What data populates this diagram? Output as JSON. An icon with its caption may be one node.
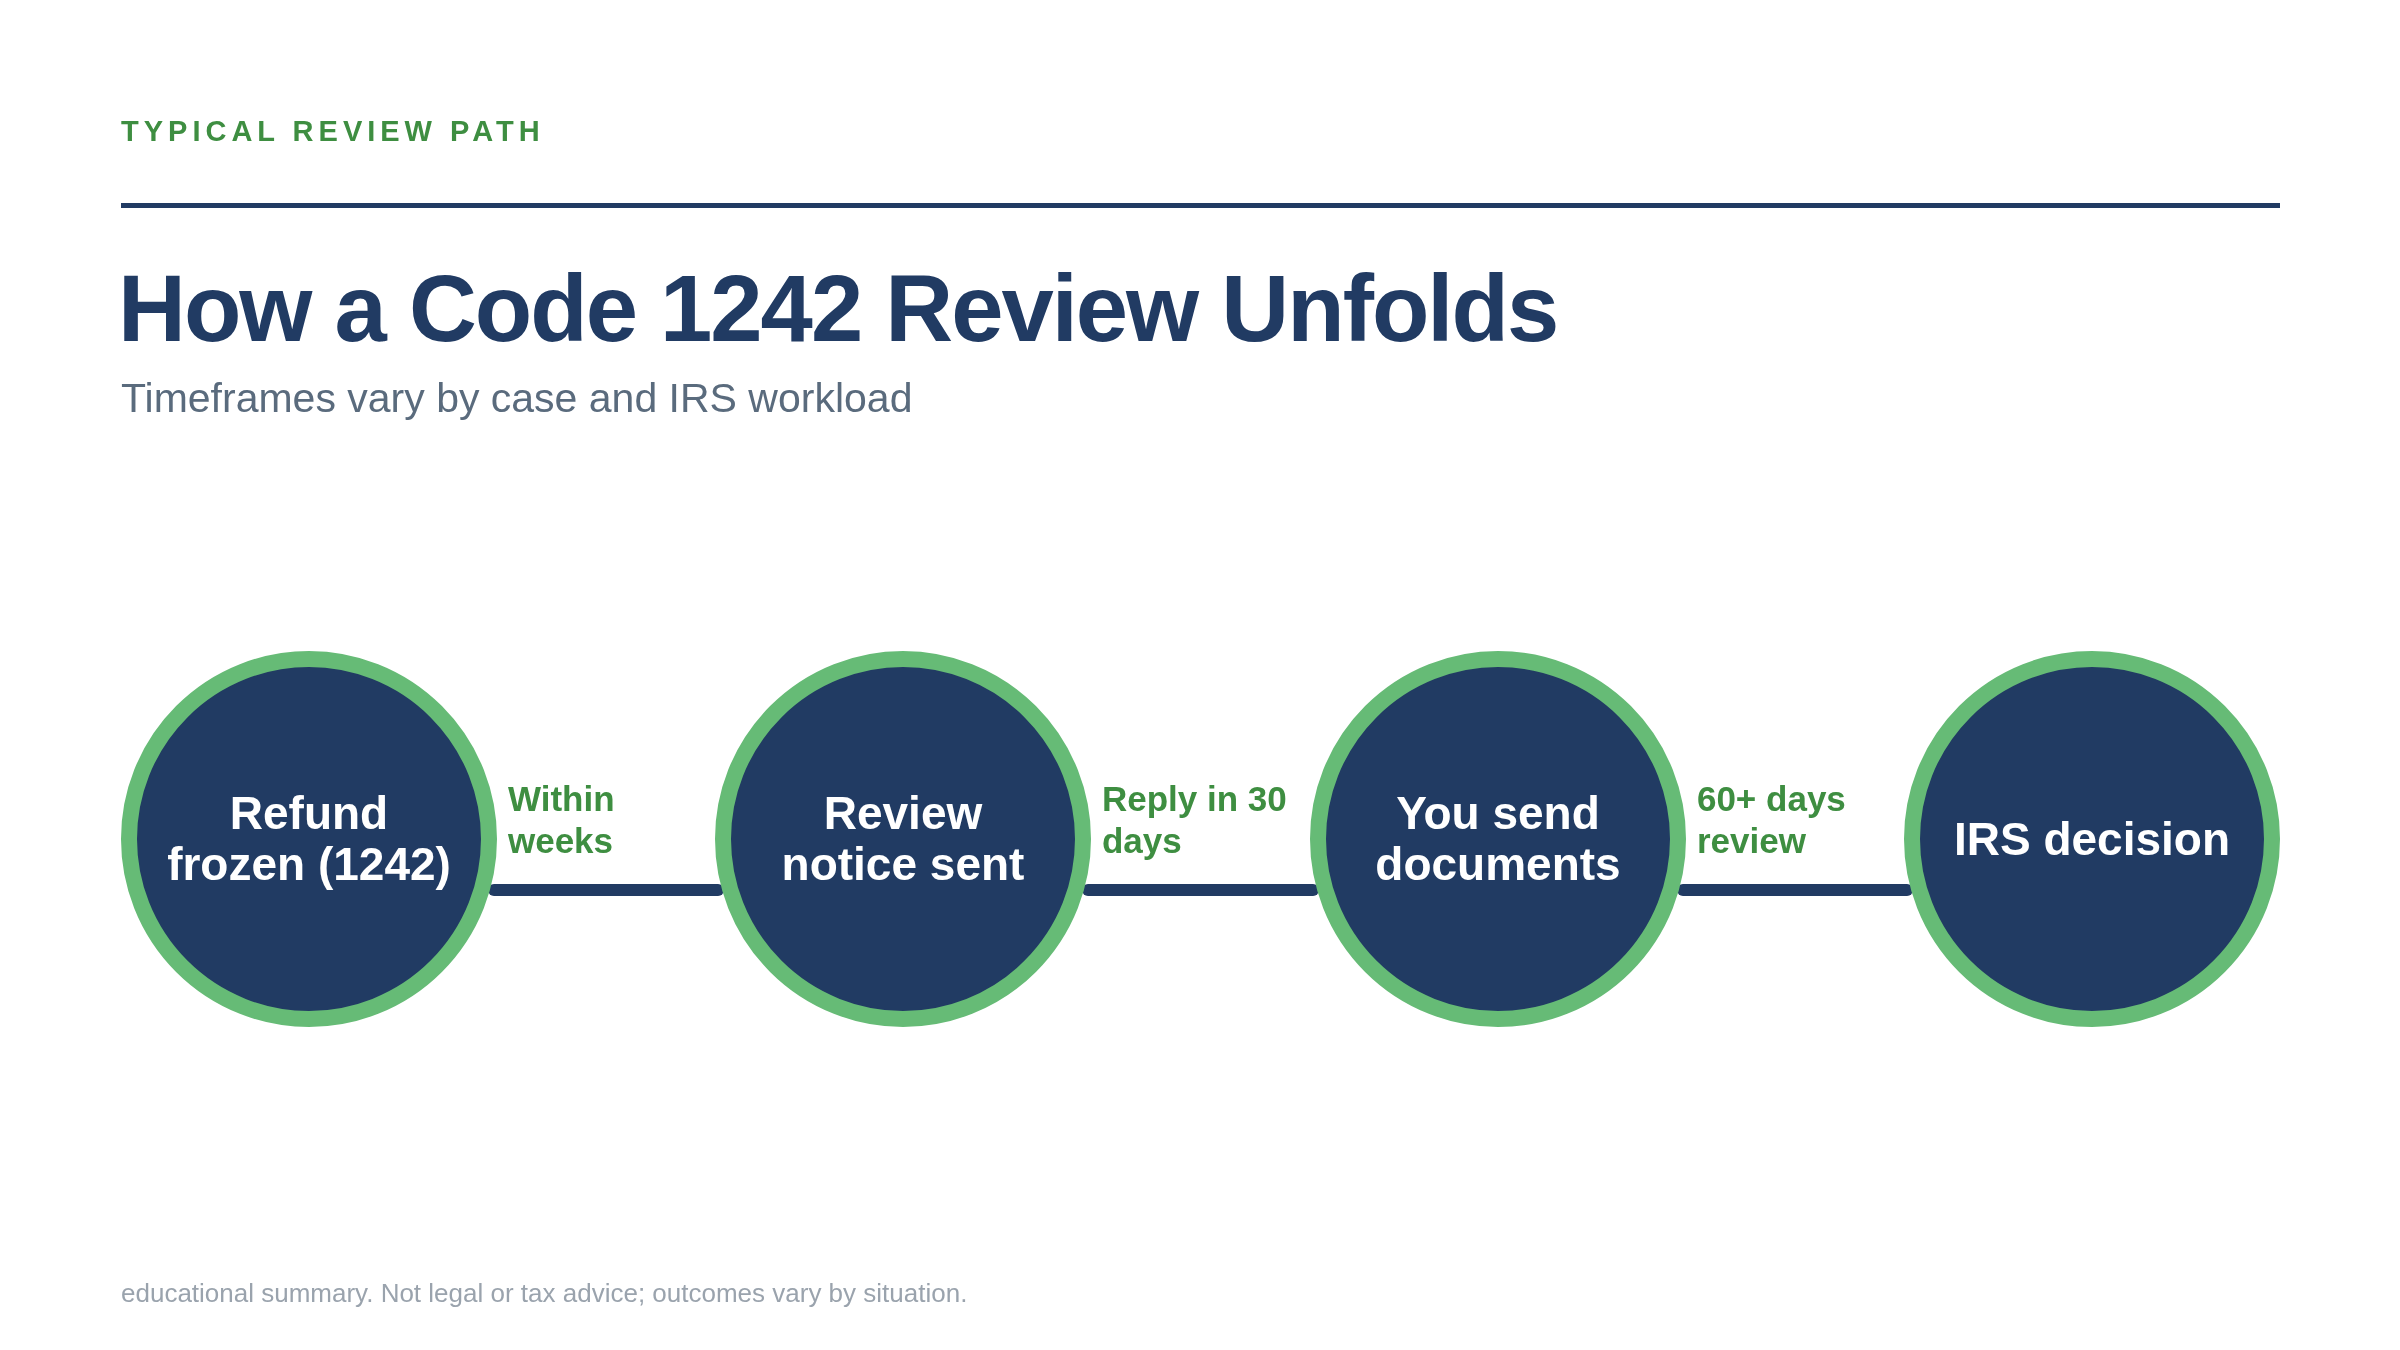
{
  "diagram": {
    "title": "How a Code 1242 Review Unfolds",
    "nodes": [
      {
        "text": [
          "Refund frozen (1242)"
        ]
      },
      {
        "text": [
          "Review notice sent"
        ]
      },
      {
        "text": [
          "You send documents"
        ]
      },
      {
        "text": [
          "IRS decision"
        ]
      }
    ],
    "edges": [
      {
        "from": 0,
        "to": 1,
        "arrow": "none",
        "label": "Within weeks"
      },
      {
        "from": 1,
        "to": 2,
        "arrow": "none",
        "label": "Reply in 30 days"
      },
      {
        "from": 2,
        "to": 3,
        "arrow": "none",
        "label": "60+ days review"
      }
    ],
    "labels": [
      "TYPICAL REVIEW PATH",
      "Timeframes vary by case and IRS workload",
      "educational summary. Not legal or tax advice; outcomes vary by situation."
    ]
  }
}
